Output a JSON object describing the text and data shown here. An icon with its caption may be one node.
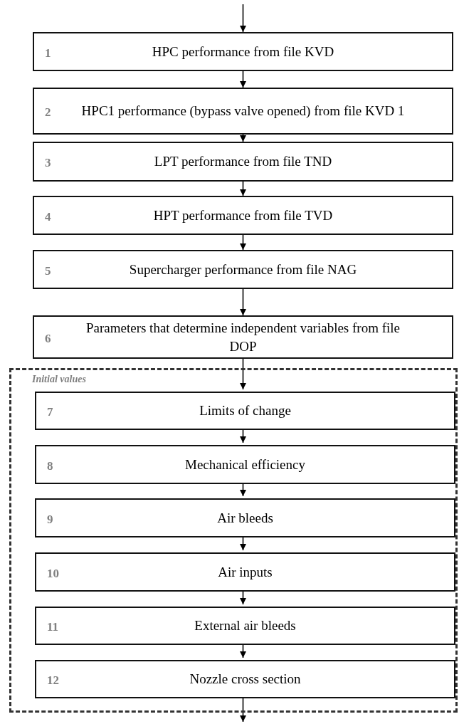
{
  "diagram": {
    "nodes": [
      {
        "text": [
          "1",
          "HPC performance from file KVD"
        ]
      },
      {
        "text": [
          "2",
          "HPC1 performance (bypass valve opened) from file KVD 1"
        ]
      },
      {
        "text": [
          "3",
          "LPT performance from file TND"
        ]
      },
      {
        "text": [
          "4",
          "HPT performance from file TVD"
        ]
      },
      {
        "text": [
          "5",
          "Supercharger performance from file NAG"
        ]
      },
      {
        "text": [
          "6",
          "Parameters that determine independent variables from file DOP"
        ]
      },
      {
        "text": [
          "Initial values"
        ]
      },
      {
        "text": [
          "7",
          "Limits of change"
        ],
        "in": 6
      },
      {
        "text": [
          "8",
          "Mechanical efficiency"
        ],
        "in": 6
      },
      {
        "text": [
          "9",
          "Air bleeds"
        ],
        "in": 6
      },
      {
        "text": [
          "10",
          "Air inputs"
        ],
        "in": 6
      },
      {
        "text": [
          "11",
          "External air bleeds"
        ],
        "in": 6
      },
      {
        "text": [
          "12",
          "Nozzle cross section"
        ],
        "in": 6
      }
    ],
    "edges": [
      {
        "from": null,
        "to": 0,
        "arrow": "to"
      },
      {
        "from": 0,
        "to": 1,
        "arrow": "to"
      },
      {
        "from": 1,
        "to": 2,
        "arrow": "to"
      },
      {
        "from": 2,
        "to": 3,
        "arrow": "to"
      },
      {
        "from": 3,
        "to": 4,
        "arrow": "to"
      },
      {
        "from": 4,
        "to": 5,
        "arrow": "to"
      },
      {
        "from": 5,
        "to": 7,
        "arrow": "to"
      },
      {
        "from": 7,
        "to": 8,
        "arrow": "to"
      },
      {
        "from": 8,
        "to": 9,
        "arrow": "to"
      },
      {
        "from": 9,
        "to": 10,
        "arrow": "to"
      },
      {
        "from": 10,
        "to": 11,
        "arrow": "to"
      },
      {
        "from": 11,
        "to": 12,
        "arrow": "to"
      },
      {
        "from": 12,
        "to": null,
        "arrow": "to"
      }
    ]
  }
}
